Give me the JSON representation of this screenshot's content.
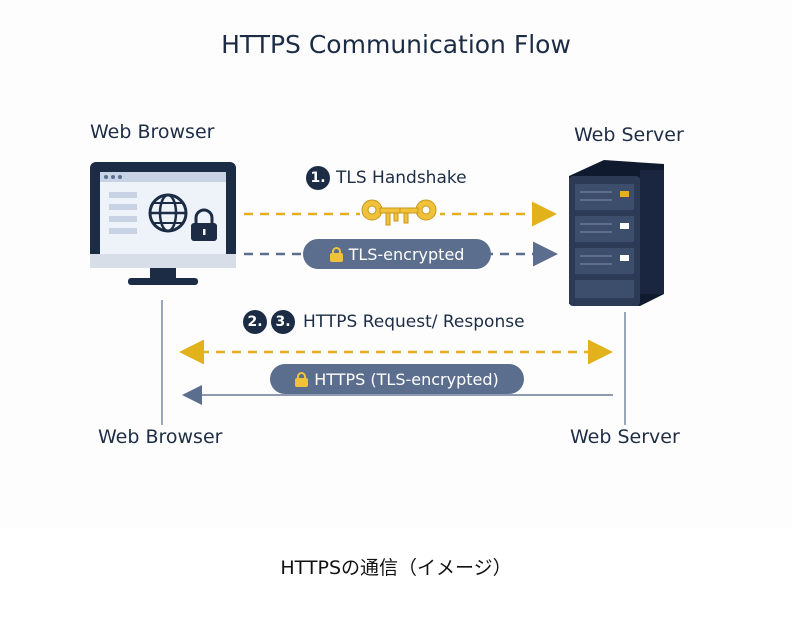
{
  "title": "HTTPS Communication Flow",
  "nodes": {
    "browser_top": "Web Browser",
    "server_top": "Web Server",
    "browser_bottom": "Web Browser",
    "server_bottom": "Web Server"
  },
  "steps": {
    "handshake_badge": "1.",
    "handshake_label": "TLS Handshake",
    "encrypted_pill": "TLS-encrypted",
    "badge_2": "2.",
    "badge_3": "3.",
    "request_response_label": "HTTPS Request/ Response",
    "https_pill": "HTTPS (TLS-encrypted)"
  },
  "caption": "HTTPSの通信（イメージ）",
  "colors": {
    "navy": "#1c2c45",
    "arrow_gold": "#e2b21c",
    "arrow_gray": "#5c6e8e",
    "pill_bg": "#5c6e8e",
    "key_gold": "#f0c23a"
  },
  "icons": [
    "monitor-icon",
    "globe-icon",
    "lock-icon",
    "keys-icon",
    "server-icon"
  ]
}
